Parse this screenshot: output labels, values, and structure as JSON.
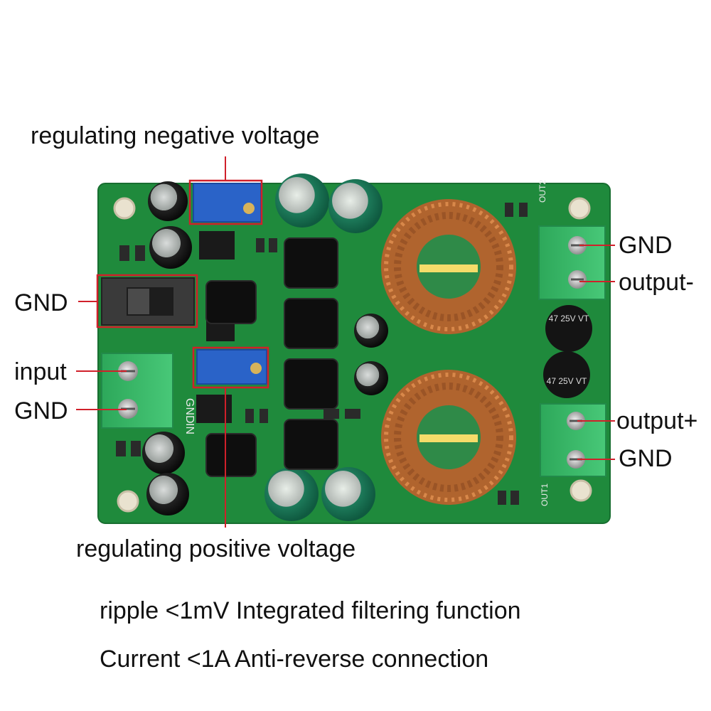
{
  "labels": {
    "regulating_negative": "regulating negative voltage",
    "regulating_positive": "regulating positive voltage",
    "gnd_switch": "GND",
    "input": "input",
    "gnd_input": "GND",
    "gnd_out_top": "GND",
    "output_minus": "output-",
    "output_plus": "output+",
    "gnd_out_bottom": "GND"
  },
  "captions": {
    "line1": "ripple <1mV Integrated filtering function",
    "line2": "Current <1A Anti-reverse connection"
  },
  "silkscreen": {
    "gnd": "GND",
    "in": "IN",
    "out1": "OUT1",
    "out2": "OUT2"
  },
  "component_markings": {
    "cap_top": "47 25V VT",
    "cap_bottom": "47 25V VT"
  },
  "colors": {
    "pcb": "#1f8a3c",
    "terminal": "#3fbf6a",
    "copper": "#c8743a",
    "callout": "#d0202a"
  }
}
